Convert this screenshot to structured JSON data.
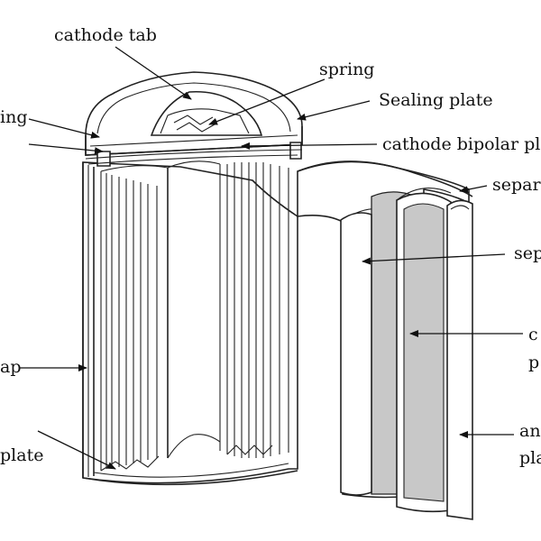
{
  "diagram": {
    "labels": {
      "cathode_tab": "cathode tab",
      "spring": "spring",
      "sealing_plate": "Sealing plate",
      "cathode_bipolar_plate": "cathode bipolar pla",
      "separator_top": "separa",
      "separator_mid": "sep",
      "cathode_plate_1": "c",
      "cathode_plate_2": "p",
      "anode_plate_1": "an",
      "anode_plate_2": "pla",
      "left_ring": "ing",
      "left_cap": "ap",
      "left_plate": "plate"
    },
    "colors": {
      "ink": "#222222",
      "cathode_fill": "#c8c8c8",
      "background": "#ffffff"
    }
  }
}
